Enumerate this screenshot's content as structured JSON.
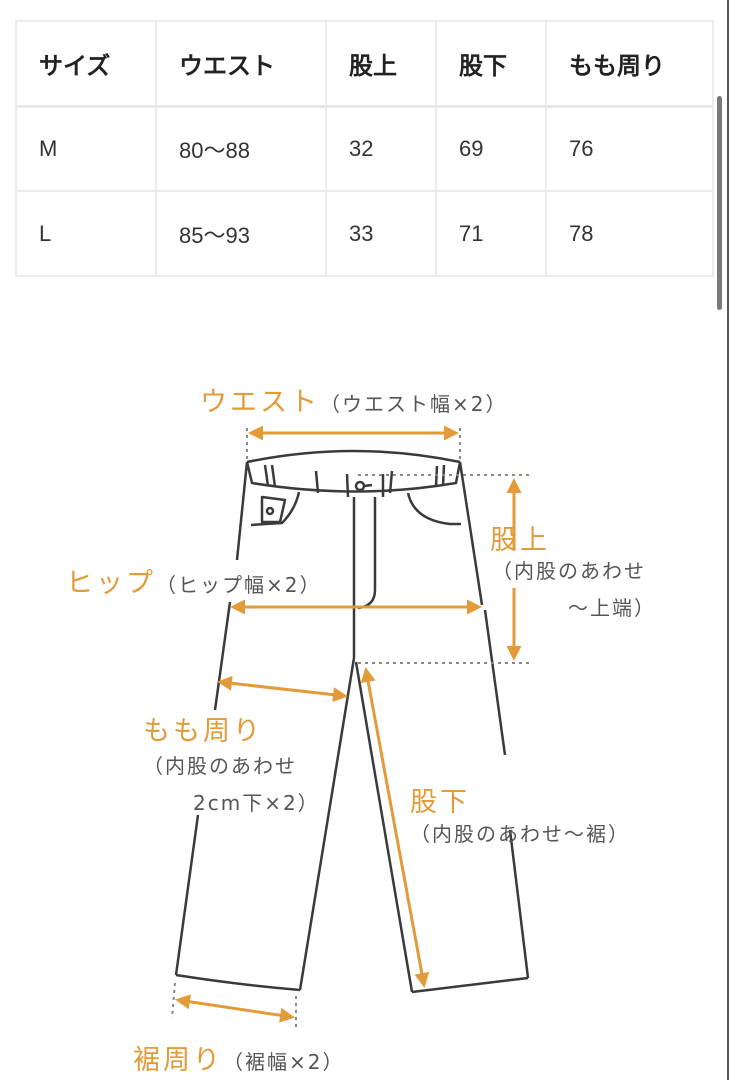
{
  "table": {
    "headers": [
      "サイズ",
      "ウエスト",
      "股上",
      "股下",
      "もも周り"
    ],
    "rows": [
      [
        "M",
        "80〜88",
        "32",
        "69",
        "76"
      ],
      [
        "L",
        "85〜93",
        "33",
        "71",
        "78"
      ]
    ]
  },
  "diagram": {
    "accent_color": "#e39b3a",
    "line_color": "#3a3a3a",
    "labels": {
      "waist": {
        "title": "ウエスト",
        "note": "（ウエスト幅×2）"
      },
      "hip": {
        "title": "ヒップ",
        "note": "（ヒップ幅×2）"
      },
      "rise": {
        "title": "股上",
        "note_line1": "（内股のあわせ",
        "note_line2": "〜上端）"
      },
      "thigh": {
        "title": "もも周り",
        "note_line1": "（内股のあわせ",
        "note_line2": "2cm下×2）"
      },
      "inseam": {
        "title": "股下",
        "note": "（内股のあわせ〜裾）"
      },
      "hem": {
        "title": "裾周り",
        "note": "（裾幅×2）"
      }
    }
  }
}
